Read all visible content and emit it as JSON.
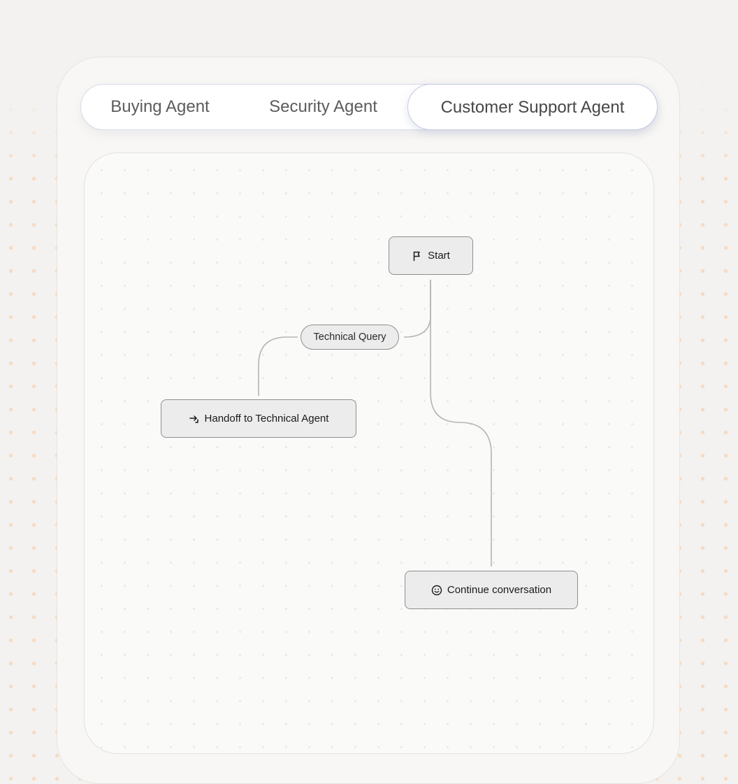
{
  "tabs": [
    {
      "label": "Buying Agent",
      "active": false
    },
    {
      "label": "Security Agent",
      "active": false
    },
    {
      "label": "Customer Support Agent",
      "active": true
    }
  ],
  "flow": {
    "start": {
      "label": "Start",
      "icon": "flag-icon"
    },
    "condition": {
      "label": "Technical Query"
    },
    "handoff": {
      "label": "Handoff to Technical Agent",
      "icon": "handoff-arrow-icon"
    },
    "continue": {
      "label": "Continue conversation",
      "icon": "smiley-icon"
    }
  },
  "colors": {
    "accent_border": "#c5cbe6",
    "node_fill": "#ececec",
    "edge": "#b5b5b5",
    "dot": "#f7c8a0"
  }
}
